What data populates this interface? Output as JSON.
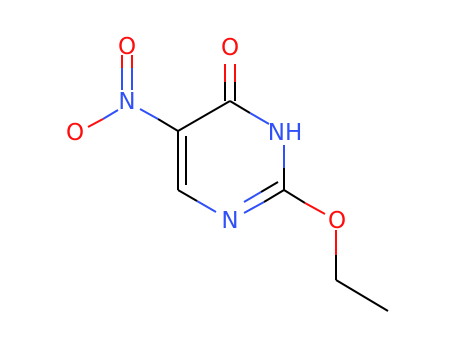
{
  "colors": {
    "carbon_bond": "#000000",
    "oxygen": "#ff0d0d",
    "nitrogen": "#3050f8",
    "background": "#ffffff"
  },
  "atoms": {
    "o_nitro_top": "O",
    "o_nitro_left": "O",
    "n_nitro": "N",
    "o_carbonyl": "O",
    "nh_ring": "NH",
    "n_ring": "N",
    "o_ether": "O"
  }
}
